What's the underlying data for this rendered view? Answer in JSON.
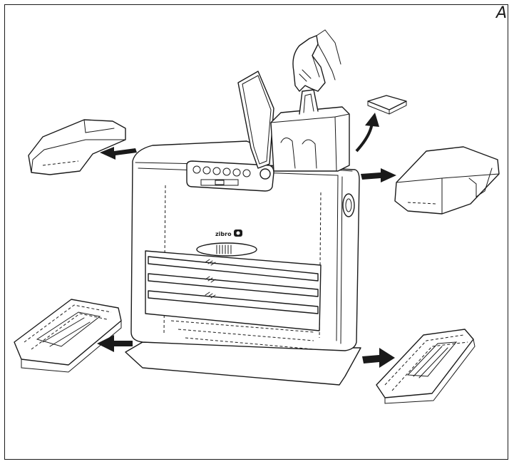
{
  "figure": {
    "corner_label": "A",
    "brand_logo": "zibro"
  },
  "parts": [
    {
      "name": "heater-body"
    },
    {
      "name": "fuel-tank"
    },
    {
      "name": "tank-lid"
    },
    {
      "name": "fuel-cap"
    },
    {
      "name": "top-left-cover"
    },
    {
      "name": "top-right-cover"
    },
    {
      "name": "bottom-left-foot"
    },
    {
      "name": "bottom-right-foot"
    }
  ],
  "colors": {
    "ink": "#1a1a1a",
    "paper": "#ffffff"
  }
}
